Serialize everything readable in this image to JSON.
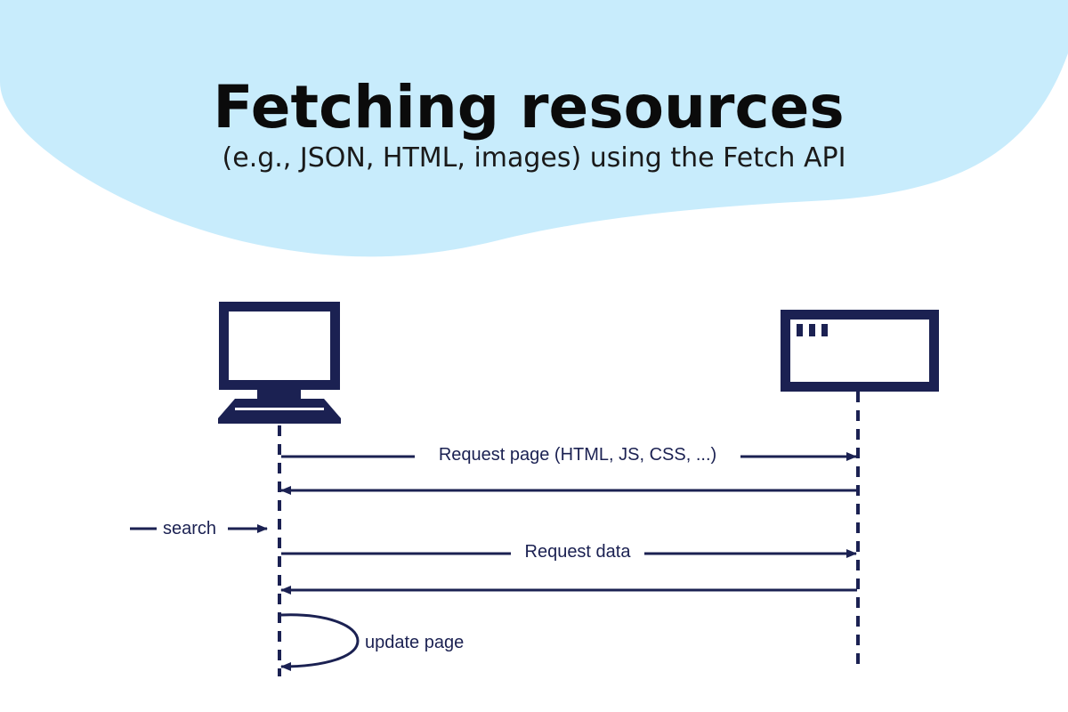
{
  "header": {
    "title": "Fetching resources",
    "subtitle": "(e.g., JSON, HTML, images) using the Fetch API"
  },
  "actors": {
    "client": {
      "icon": "desktop-computer-icon"
    },
    "server": {
      "icon": "server-window-icon"
    }
  },
  "messages": {
    "request_page": "Request page (HTML, JS, CSS, ...)",
    "search": "search",
    "request_data": "Request data",
    "update_page": "update page"
  },
  "colors": {
    "blob": "#c8ecfc",
    "ink": "#1b2152",
    "title": "#0b0b0b"
  }
}
